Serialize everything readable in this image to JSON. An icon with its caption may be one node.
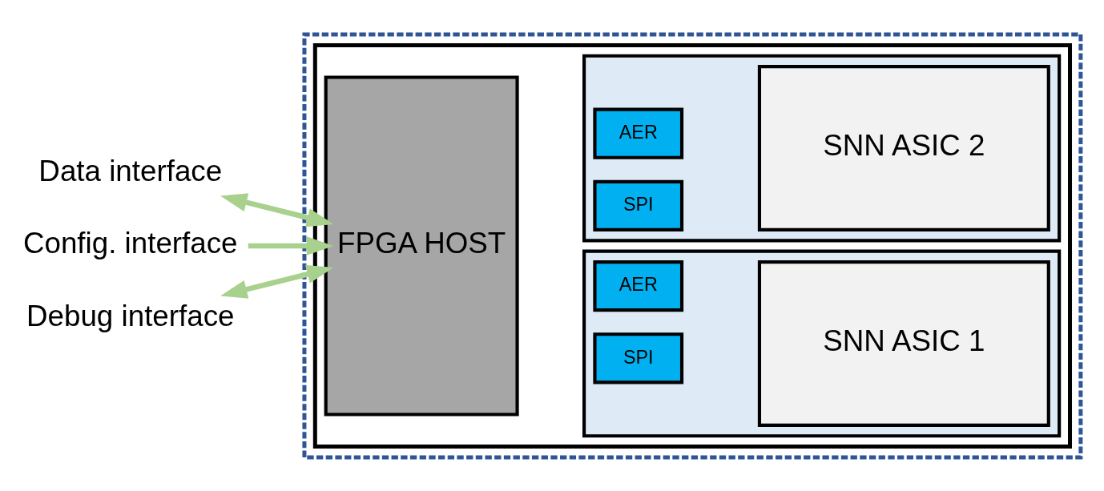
{
  "diagram": {
    "nodes": [
      {
        "text": [],
        "shape": "box"
      },
      {
        "text": [],
        "shape": "box",
        "in": 0
      },
      {
        "text": [
          "FPGA HOST"
        ],
        "in": 1
      },
      {
        "text": [],
        "shape": "box",
        "in": 1
      },
      {
        "text": [
          "AER"
        ],
        "in": 3
      },
      {
        "text": [
          "SPI"
        ],
        "in": 3
      },
      {
        "text": [
          "SNN ASIC 1"
        ],
        "in": 3
      },
      {
        "text": [],
        "shape": "box",
        "in": 1
      },
      {
        "text": [
          "AER"
        ],
        "in": 7
      },
      {
        "text": [
          "SPI"
        ],
        "in": 7
      },
      {
        "text": [
          "SNN ASIC 2"
        ],
        "in": 7
      },
      {
        "text": [
          "Data interface"
        ]
      },
      {
        "text": [
          "Config. interface"
        ]
      },
      {
        "text": [
          "Debug interface"
        ]
      }
    ],
    "edges": [
      {
        "from": 11,
        "to": 2,
        "arrow": "both"
      },
      {
        "from": 12,
        "to": 2,
        "arrow": "to"
      },
      {
        "from": 13,
        "to": 2,
        "arrow": "both"
      }
    ]
  }
}
